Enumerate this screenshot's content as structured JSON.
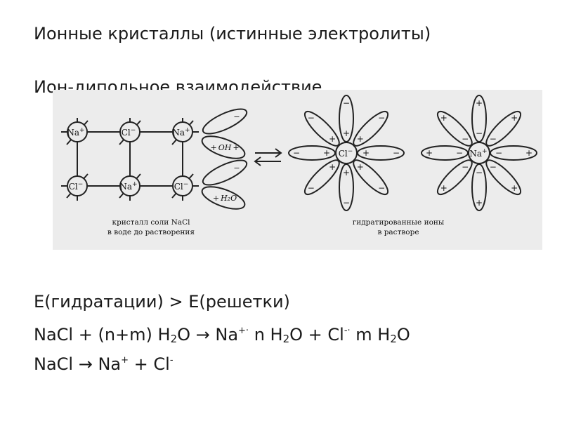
{
  "slide": {
    "title": "Ионные кристаллы (истинные электролиты)",
    "subtitle": "Ион-дипольное взаимодействие"
  },
  "figure": {
    "caption_left_line1": "кристалл соли NaCl",
    "caption_left_line2": "в воде до растворения",
    "caption_right_line1": "гидратированные ионы",
    "caption_right_line2": "в растворе",
    "ion_na": "Na",
    "ion_cl": "Cl",
    "plus": "+",
    "minus": "−",
    "oh_label": "OH",
    "h2o_label": "H₂O"
  },
  "equations": {
    "eq1": "Е(гидратации) > Е(решетки)",
    "eq2": {
      "p1": "NaCl + (n+m) H",
      "s1": "2",
      "p2": "O → Na",
      "sup1": "+·",
      "p3": " n H",
      "s2": "2",
      "p4": "O + Cl",
      "sup2": "-·",
      "p5": " m H",
      "s3": "2",
      "p6": "O"
    },
    "eq3": {
      "p1": "NaCl  → Na",
      "sup1": "+",
      "p2": " + Cl",
      "sup2": "-"
    }
  }
}
